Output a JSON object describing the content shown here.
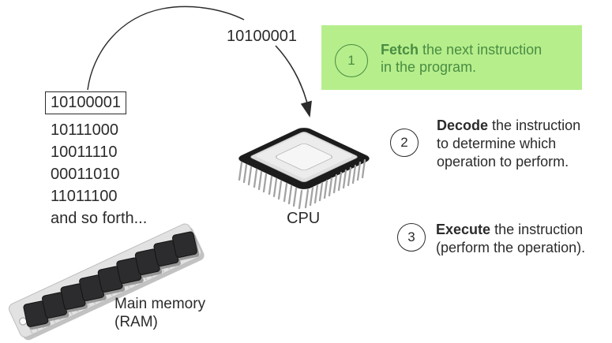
{
  "memory": {
    "highlighted_value": "10100001",
    "values": [
      "10111000",
      "10011110",
      "00011010",
      "11011100"
    ],
    "ellipsis": "and so forth...",
    "caption_line1": "Main memory",
    "caption_line2": "(RAM)"
  },
  "bus": {
    "transfer_value": "10100001"
  },
  "cpu": {
    "caption": "CPU"
  },
  "steps": [
    {
      "number": "1",
      "keyword": "Fetch",
      "description": "the next instruction\nin the program."
    },
    {
      "number": "2",
      "keyword": "Decode",
      "description": "the instruction\nto determine which\noperation to perform."
    },
    {
      "number": "3",
      "keyword": "Execute",
      "description": "the instruction\n(perform the operation)."
    }
  ],
  "colors": {
    "step1_background": "#b6ee8c",
    "step1_text": "#4a8d42",
    "body_text": "#2b2b2b",
    "background": "#ffffff"
  }
}
